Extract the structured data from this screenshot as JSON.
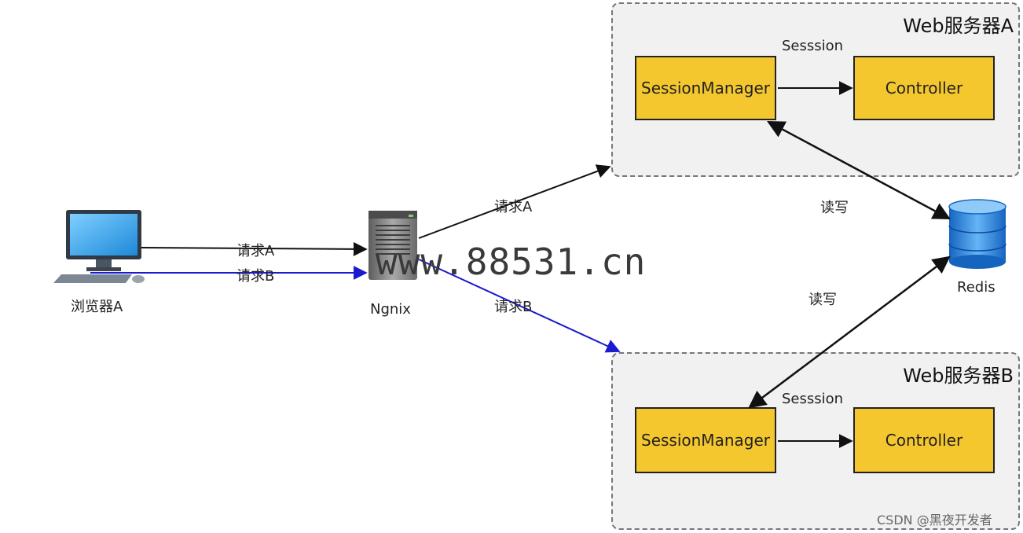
{
  "browser": {
    "label": "浏览器A"
  },
  "nginx": {
    "label": "Ngnix"
  },
  "redis": {
    "label": "Redis"
  },
  "edges": {
    "req_a_browser": "请求A",
    "req_b_browser": "请求B",
    "req_a_server": "请求A",
    "req_b_server": "请求B",
    "rw_a": "读写",
    "rw_b": "读写"
  },
  "server_a": {
    "title": "Web服务器A",
    "session_label": "Sesssion",
    "manager": "SessionManager",
    "controller": "Controller"
  },
  "server_b": {
    "title": "Web服务器B",
    "session_label": "Sesssion",
    "manager": "SessionManager",
    "controller": "Controller"
  },
  "watermark": "www.88531.cn",
  "credit": "CSDN @黑夜开发者",
  "colors": {
    "box_fill": "#f5c72e",
    "blue_arrow": "#1a1ad0",
    "black_arrow": "#111111"
  }
}
